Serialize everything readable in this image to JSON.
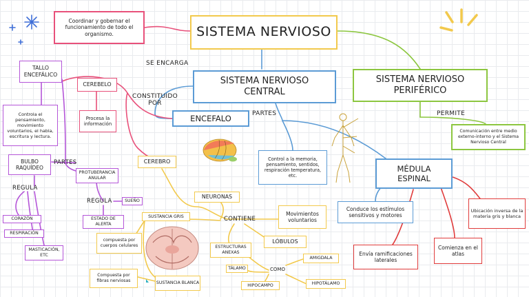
{
  "title": "SISTEMA NERVIOSO",
  "central": "SISTEMA NERVIOSO CENTRAL",
  "periferico": "SISTEMA NERVIOSO PERIFÉRICO",
  "funcion": "Coordinar y gobernar el funcionamiento de todo el organismo.",
  "se_encarga": "SE ENCARGA",
  "constituido_por": "CONSTITUIDO POR",
  "partes_1": "PARTES",
  "partes_2": "PARTES",
  "permite": "PERMITE",
  "encefalo": "ENCEFALO",
  "control_memoria": "Control a la memoria, pensamiento, sentidos, respiración temperatura, etc.",
  "medula": "MÉDULA ESPINAL",
  "comunicacion": "Comunicación entre medio externo-interno y el Sistema Nervioso Central",
  "conduce": "Conduce los estímulos sensitivos y motores",
  "ubicacion": "Ubicación inversa de la materia gris y blanca",
  "comienza": "Comienza en el atlas",
  "envia": "Envía ramificaciones laterales",
  "tallo": "TALLO ENCEFÁLICO",
  "tallo_desc": "Controla el pensamiento, movimiento voluntarios, el habla, escritura y lectura.",
  "bulbo": "BULBO RAQUÍDEO",
  "regula_1": "REGULA",
  "corazon": "CORAZÓN",
  "respiracion": "RESPIRACIÓN",
  "masticacion": "MASTICACIÓN, ETC",
  "cerebelo": "CEREBELO",
  "procesa": "Procesa la información",
  "protuberancia": "PROTUBERANCIA ANULAR",
  "regula_2": "REGULA",
  "sueno": "SUEÑO",
  "estado_alerta": "ESTADO DE ALERTA",
  "cerebro": "CEREBRO",
  "neuronas": "NEURONAS",
  "contiene": "CONTIENE",
  "movimientos": "Movimientos voluntarios",
  "lobulos": "LÓBULOS",
  "sustancia_gris": "SUSTANCIA GRIS",
  "compuesta_cuerpos": "compuesta por cuerpos celulares",
  "estructuras": "ESTRUCTURAS ANEXAS",
  "como": "COMO",
  "talamo": "TÁLAMO",
  "amigdala": "AMIGDALA",
  "hipocampo": "HIPOCAMPO",
  "hipotalamo": "HIPOTÁLAMO",
  "compuesta_fibras": "Compuesta por fibras nerviosas",
  "sustancia_blanca": "SUSTANCIA BLANCA",
  "colors": {
    "title": "#f2c94c",
    "central": "#5b9bd5",
    "periferico": "#8cc63f",
    "pink": "#e8507a",
    "purple": "#b455d8",
    "yellow": "#f2c94c",
    "red": "#e03b3b",
    "green": "#8cc63f",
    "teal_line": "#2eb0c0",
    "orange_line": "#f0a020"
  }
}
